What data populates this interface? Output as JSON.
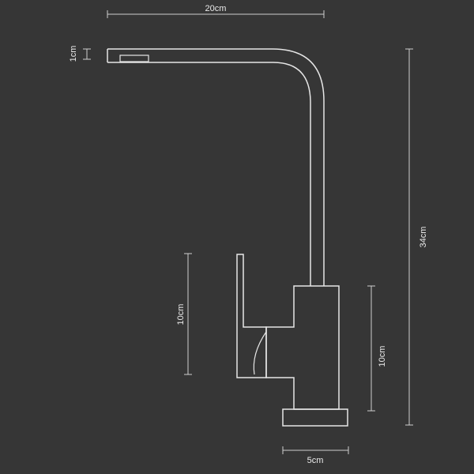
{
  "background_color": "#363636",
  "line_color": "#e6e6e6",
  "dimensions": {
    "spout_width": "20cm",
    "spout_thickness": "1cm",
    "total_height": "34cm",
    "handle_height": "10cm",
    "body_height": "10cm",
    "base_width": "5cm"
  }
}
